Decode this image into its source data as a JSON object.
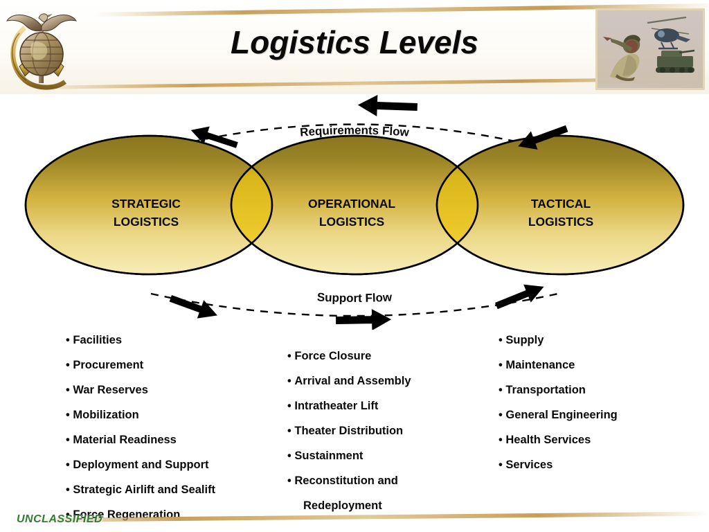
{
  "header": {
    "title": "Logistics Levels",
    "emblem_icon": "marine-corps-eagle-globe-anchor-emblem",
    "photo_icon": "military-operations-photo-collage"
  },
  "diagram": {
    "type": "venn-three-overlapping-ellipses",
    "ellipses": [
      {
        "id": "strategic",
        "line1": "STRATEGIC",
        "line2": "LOGISTICS"
      },
      {
        "id": "operational",
        "line1": "OPERATIONAL",
        "line2": "LOGISTICS"
      },
      {
        "id": "tactical",
        "line1": "TACTICAL",
        "line2": "LOGISTICS"
      }
    ],
    "flows": [
      {
        "id": "requirements-flow",
        "label": "Requirements Flow",
        "direction": "right-to-left",
        "position": "above",
        "arrow_count": 3
      },
      {
        "id": "support-flow",
        "label": "Support Flow",
        "direction": "left-to-right",
        "position": "below",
        "arrow_count": 3
      }
    ],
    "colors": {
      "ellipse_top": "#8f7a22",
      "ellipse_bottom": "#f7ebb0",
      "ellipse_overlap": "#e0b61d",
      "ellipse_stroke": "#000000",
      "arrow": "#000000",
      "flow_path": "#000000"
    }
  },
  "columns": [
    {
      "id": "strategic",
      "items": [
        "Facilities",
        "Procurement",
        "War Reserves",
        "Mobilization",
        "Material Readiness",
        "Deployment and Support",
        "Strategic Airlift and Sealift",
        "Force Regeneration"
      ]
    },
    {
      "id": "operational",
      "items": [
        "Force Closure",
        "Arrival and Assembly",
        "Intratheater Lift",
        "Theater Distribution",
        "Sustainment",
        "Reconstitution and\nRedeployment"
      ]
    },
    {
      "id": "tactical",
      "items": [
        "Supply",
        "Maintenance",
        "Transportation",
        "General Engineering",
        "Health Services",
        "Services"
      ]
    }
  ],
  "footer": {
    "classification": "UNCLASSIFIED",
    "classification_color": "#2f7d32",
    "rule_color": "#c9a05a"
  }
}
